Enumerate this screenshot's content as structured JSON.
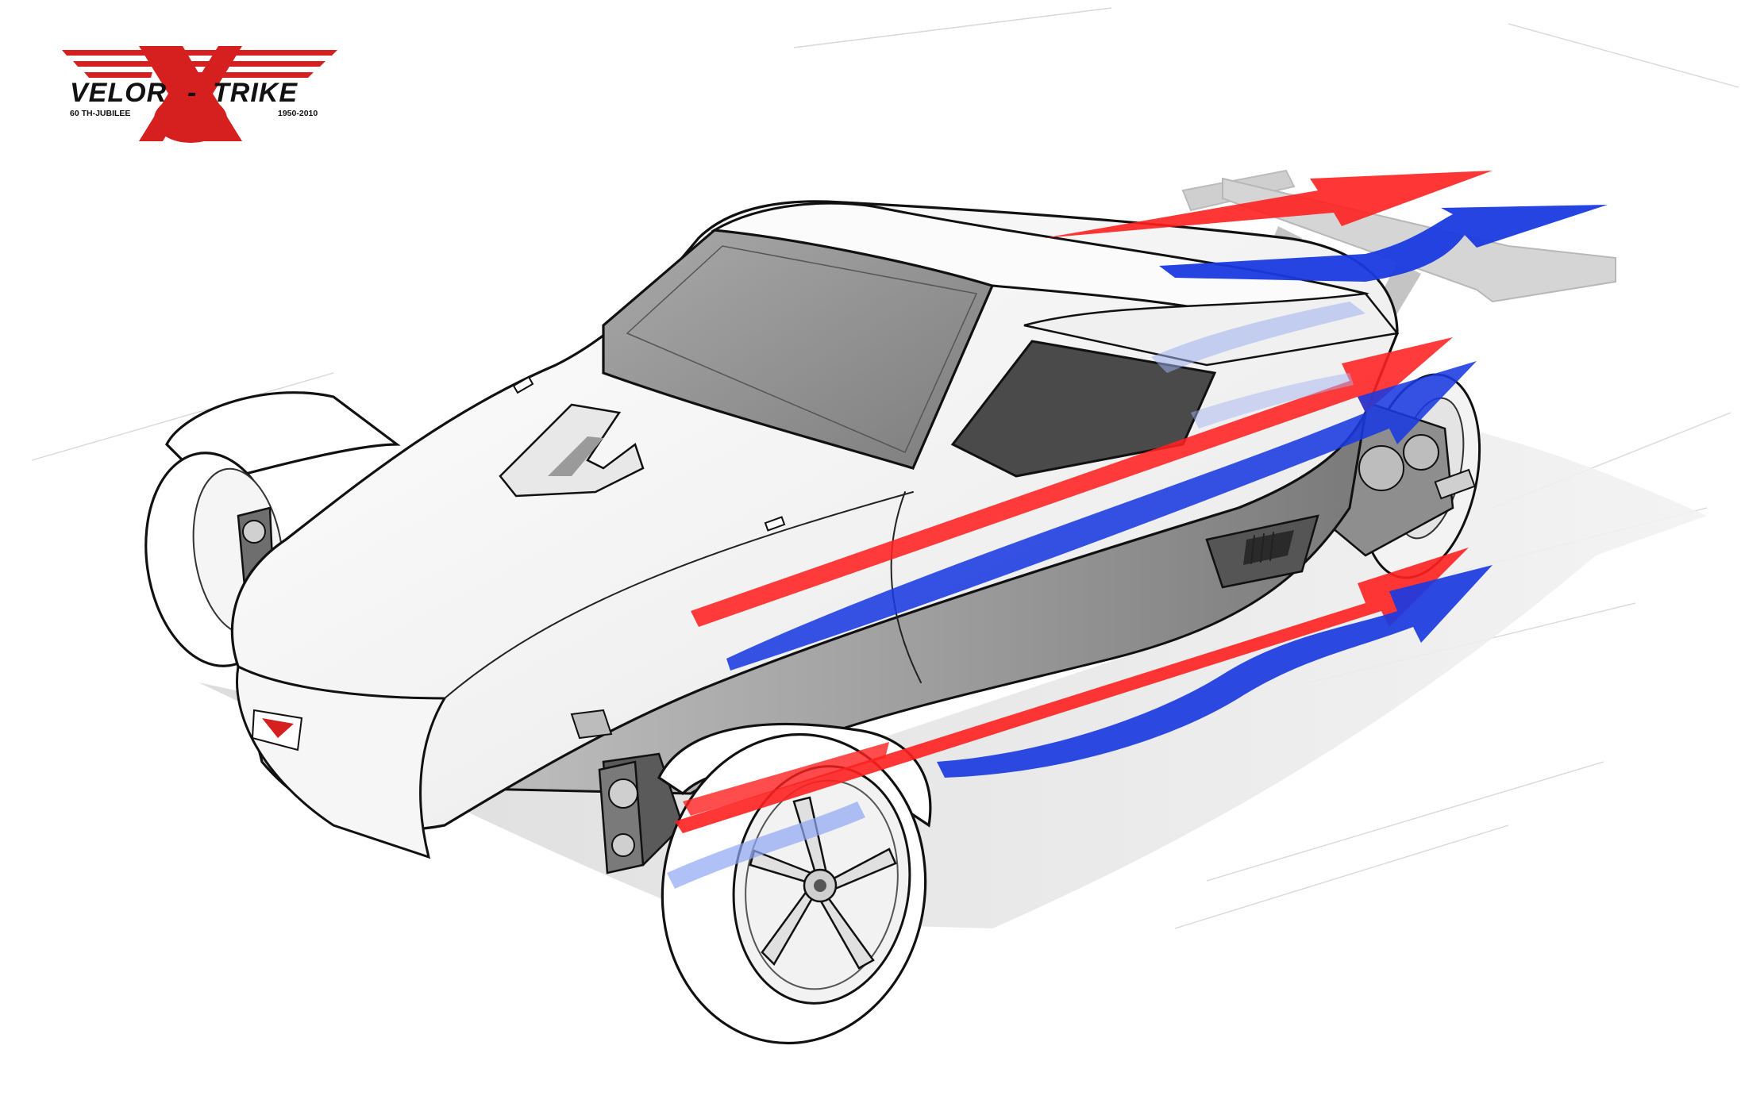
{
  "logo": {
    "brand_left": "VELOR",
    "separator": "-",
    "brand_right": "TRIKE",
    "subtitle_left": "60 TH-JUBILEE",
    "subtitle_right": "1950-2010",
    "accent_color": "#d62020",
    "text_color": "#111111"
  },
  "illustration": {
    "subject": "three-wheeled sports car concept sketch with airflow arrows",
    "colors": {
      "red_arrow": "#ff2020",
      "blue_arrow": "#1a3ae0",
      "body_white": "#ffffff",
      "body_gray": "#9a9a9a",
      "glass": "#8c8c8c",
      "outline": "#111111"
    }
  }
}
